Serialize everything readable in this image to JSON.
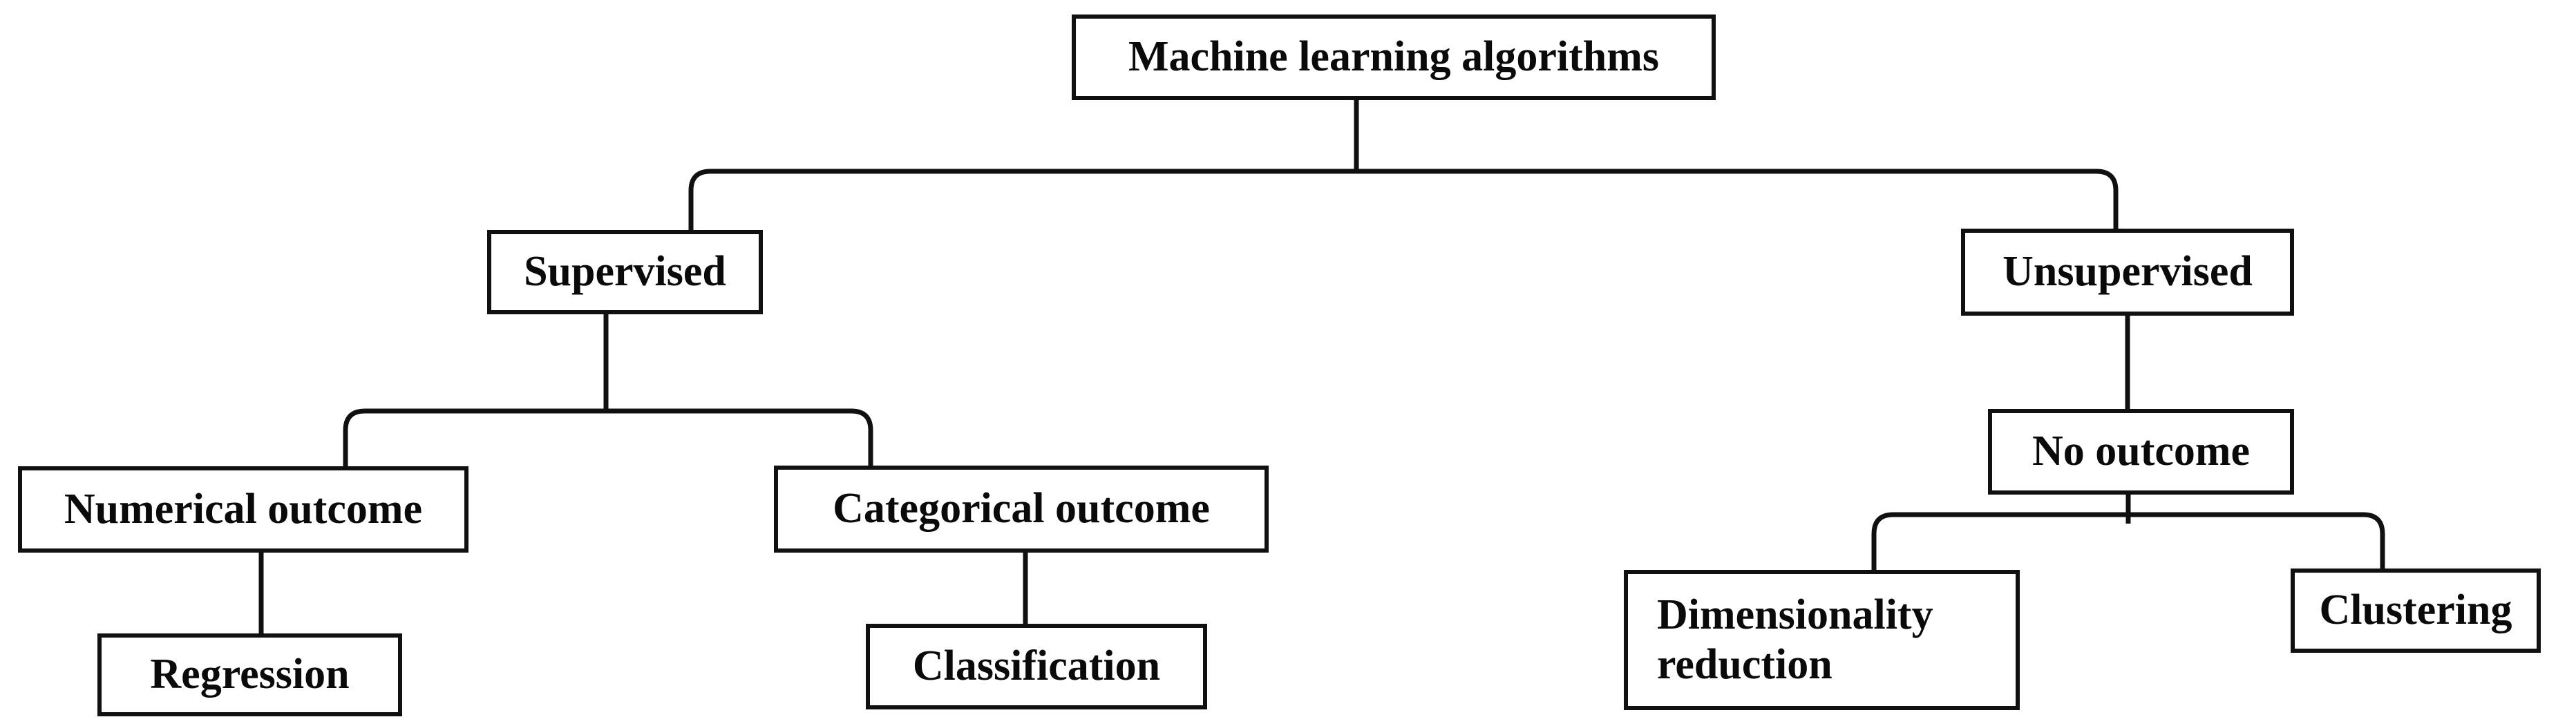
{
  "diagram": {
    "type": "flowchart-tree",
    "background": "#ffffff",
    "line_color": "#101010",
    "text_color": "#0a0a0a",
    "nodes": {
      "root": {
        "label": "Machine learning algorithms"
      },
      "supervised": {
        "label": "Supervised"
      },
      "unsupervised": {
        "label": "Unsupervised"
      },
      "numerical_outcome": {
        "label": "Numerical outcome"
      },
      "categorical_outcome": {
        "label": "Categorical outcome"
      },
      "regression": {
        "label": "Regression"
      },
      "classification": {
        "label": "Classification"
      },
      "no_outcome": {
        "label": "No outcome"
      },
      "dimensionality_reduction": {
        "label": "Dimensionality reduction"
      },
      "clustering": {
        "label": "Clustering"
      }
    },
    "edges": [
      {
        "from": "root",
        "to": "supervised"
      },
      {
        "from": "root",
        "to": "unsupervised"
      },
      {
        "from": "supervised",
        "to": "numerical_outcome"
      },
      {
        "from": "supervised",
        "to": "categorical_outcome"
      },
      {
        "from": "numerical_outcome",
        "to": "regression"
      },
      {
        "from": "categorical_outcome",
        "to": "classification"
      },
      {
        "from": "unsupervised",
        "to": "no_outcome"
      },
      {
        "from": "no_outcome",
        "to": "dimensionality_reduction"
      },
      {
        "from": "no_outcome",
        "to": "clustering"
      }
    ]
  }
}
